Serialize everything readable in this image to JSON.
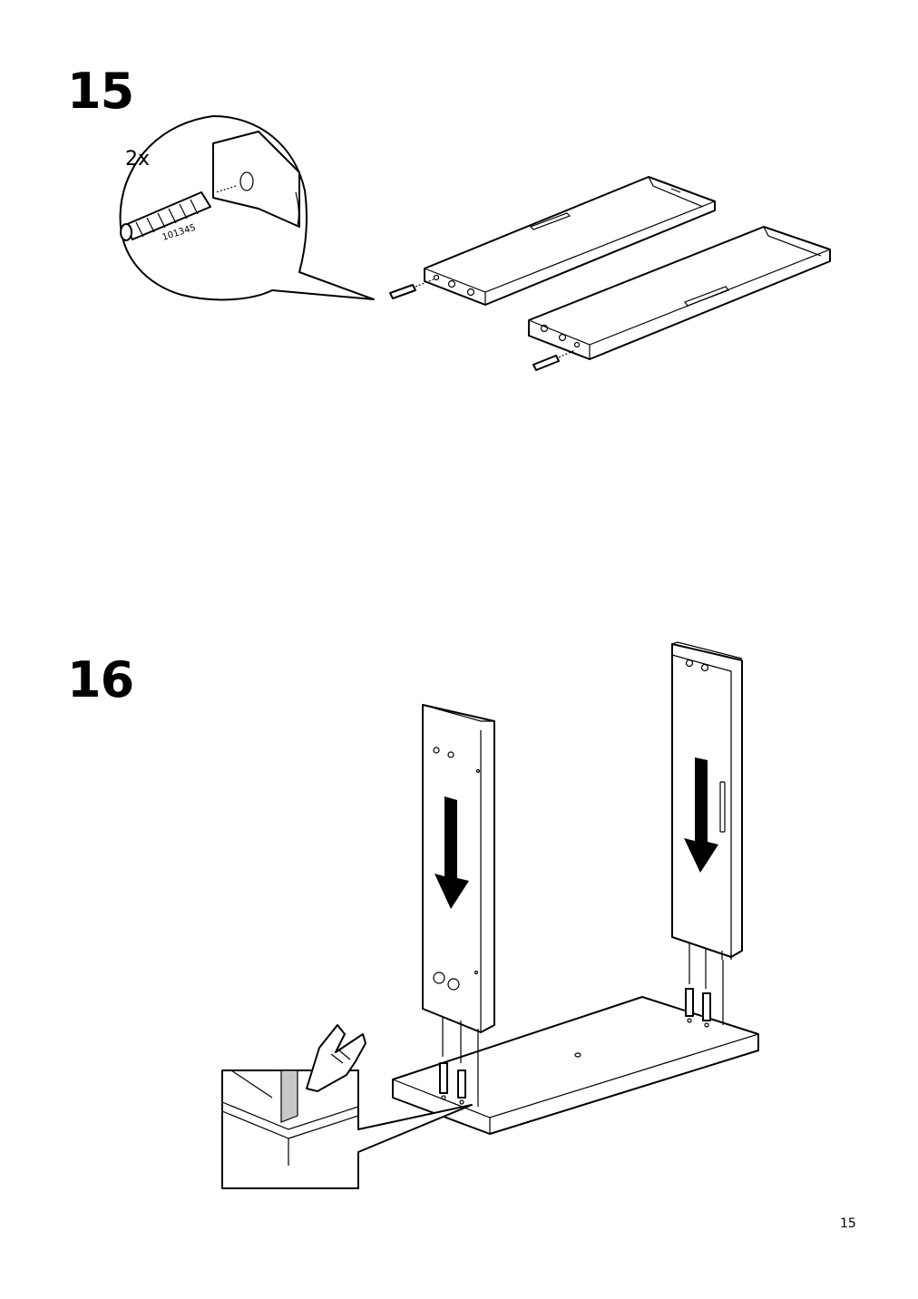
{
  "page": {
    "page_number": "15"
  },
  "steps": [
    {
      "number": "15",
      "quantity": "2x",
      "part_number": "101345",
      "icons": [
        "dowel-icon",
        "shelf-board-icon"
      ]
    },
    {
      "number": "16",
      "icons": [
        "down-arrow-icon",
        "pointing-hand-icon",
        "side-panel-icon",
        "base-board-icon"
      ]
    }
  ],
  "colors": {
    "line": "#000000",
    "background": "#ffffff",
    "shade": "#c8c8c8"
  }
}
